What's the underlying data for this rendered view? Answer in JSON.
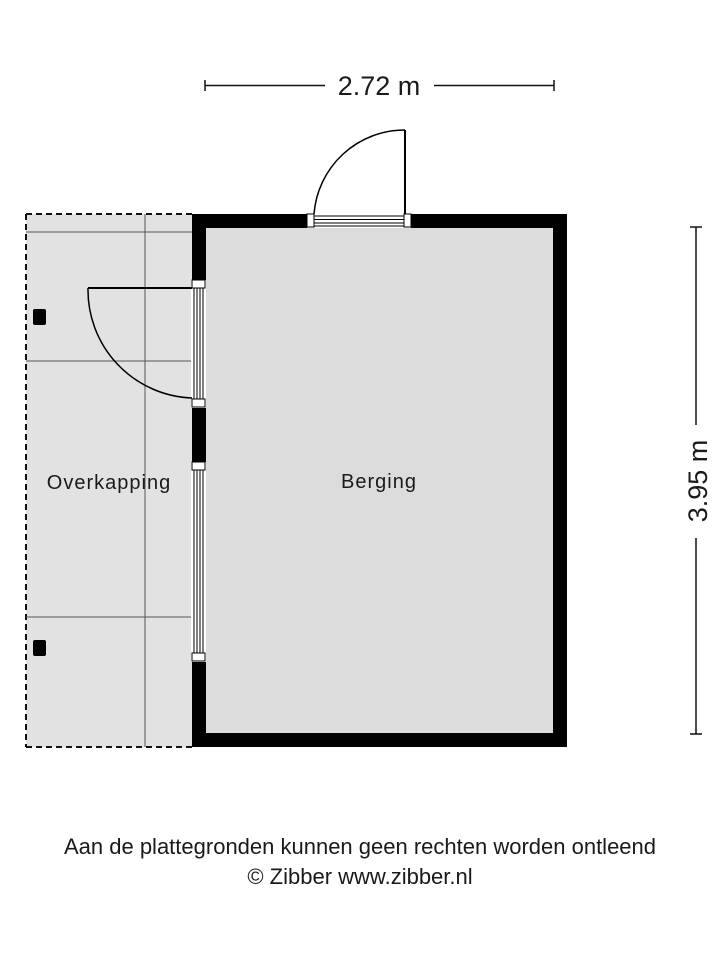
{
  "dimensions": {
    "width_label": "2.72 m",
    "height_label": "3.95 m"
  },
  "rooms": {
    "storage": "Berging",
    "canopy": "Overkapping"
  },
  "footer": {
    "disclaimer": "Aan de plattegronden kunnen geen rechten worden ontleend",
    "copyright": "© Zibber www.zibber.nl"
  },
  "colors": {
    "wall": "#000000",
    "floor": "#dcdcdc",
    "canopy_floor": "#e2e2e2",
    "text": "#1a1a1a"
  }
}
